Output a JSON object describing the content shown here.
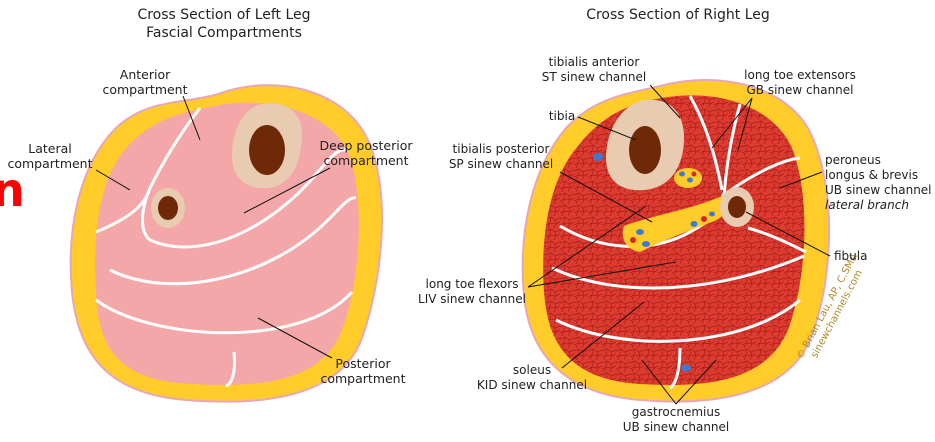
{
  "colors": {
    "fat": "#ffcc2a",
    "skin_edge": "#e6a8b8",
    "muscle_left": "#f4a7a9",
    "muscle_right": "#dd3b30",
    "muscle_net": "#a81c18",
    "bone": "#e8cbb0",
    "marrow": "#6e2a06",
    "fascia": "#ffffff",
    "leader": "#111111",
    "vein": "#3a7bd5",
    "artery": "#d9262c",
    "clipped_glyph": "#ff0000"
  },
  "clipped_glyph": "n",
  "left_leg": {
    "title_line1": "Cross Section of Left Leg",
    "title_line2": "Fascial Compartments",
    "labels": {
      "anterior_1": "Anterior",
      "anterior_2": "compartment",
      "lateral_1": "Lateral",
      "lateral_2": "compartment",
      "deep_posterior_1": "Deep posterior",
      "deep_posterior_2": "compartment",
      "posterior_1": "Posterior",
      "posterior_2": "compartment"
    }
  },
  "right_leg": {
    "title": "Cross Section of Right Leg",
    "labels": {
      "tibialis_anterior_1": "tibialis anterior",
      "tibialis_anterior_2": "ST sinew channel",
      "tibia": "tibia",
      "long_toe_ext_1": "long toe extensors",
      "long_toe_ext_2": "GB sinew channel",
      "tibialis_posterior_1": "tibialis posterior",
      "tibialis_posterior_2": "SP sinew channel",
      "peroneus_1": "peroneus",
      "peroneus_2": "longus & brevis",
      "peroneus_3": "UB sinew channel",
      "peroneus_4": "lateral branch",
      "fibula": "fibula",
      "long_toe_flex_1": "long toe flexors",
      "long_toe_flex_2": "LIV sinew channel",
      "soleus_1": "soleus",
      "soleus_2": "KID sinew channel",
      "gastrocnemius_1": "gastrocnemius",
      "gastrocnemius_2": "UB sinew channel"
    },
    "watermark_1": "© Brian Lau, AP, C.SMA",
    "watermark_2": "sinewchannels.com"
  }
}
